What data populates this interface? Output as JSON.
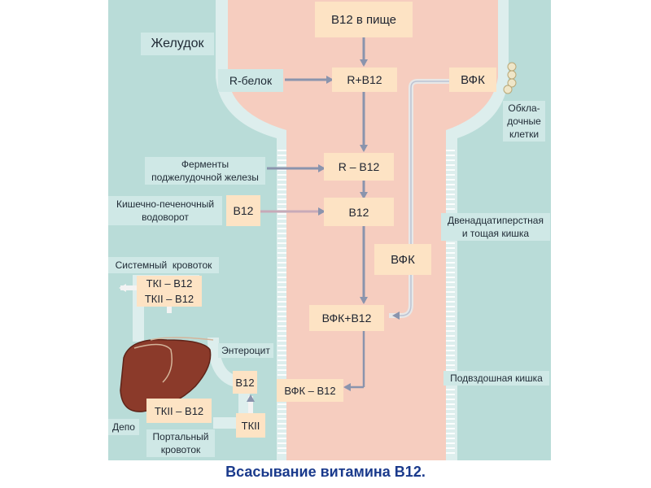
{
  "caption": "Всасывание витамина В12.",
  "boxes": {
    "b12_food": "В12 в пище",
    "r_protein": "R-белок",
    "r_plus_b12": "R+В12",
    "ifk_top": "ВФК",
    "r_b12": "R – В12",
    "b12_free": "В12",
    "b12_left": "В12",
    "ifk_mid": "ВФК",
    "ifk_plus_b12": "ВФК+В12",
    "ifk_b12_bottom": "ВФК – В12",
    "b12_enterocyte": "В12",
    "tk2_bottom": "ТКII",
    "tk2_b12_liver": "ТКII – В12",
    "tk1_b12": "ТКI – В12",
    "tk2_b12_top": "ТКII – В12"
  },
  "labels": {
    "stomach": "Желудок",
    "parietal_cells": [
      "Обкла-",
      "дочные",
      "клетки"
    ],
    "pancreatic_enzymes": [
      "Ферменты",
      "поджелудочной железы"
    ],
    "enterohepatic": [
      "Кишечно-печеночный",
      "водоворот"
    ],
    "duodenum": [
      "Двенадцатиперстная",
      "и тощая кишка"
    ],
    "systemic": "Системный  кровоток",
    "enterocyte": "Энтероцит",
    "ileum": "Подвздошная кишка",
    "depot": "Депо",
    "portal": [
      "Портальный",
      "кровоток"
    ]
  },
  "colors": {
    "background_teal": "#b9dcd8",
    "gut_lumen": "#f6cdbf",
    "gut_wall": "#ddeeed",
    "box_peach": "#fde3c4",
    "label_teal": "#cfe8e6",
    "arrow": "#8a94ad",
    "liver": "#8b3a2a",
    "caption": "#1a3a8c"
  }
}
